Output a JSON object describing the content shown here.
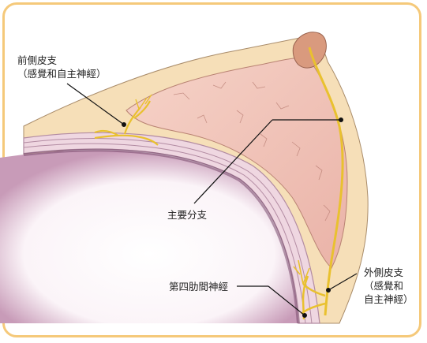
{
  "colors": {
    "frame_border": "#f5c97a",
    "skin_fat": "#f6dfb8",
    "gland": "#f1c5b9",
    "muscle": "#efd7e1",
    "chest_wall_shadow": "#7a4a6e",
    "nerve": "#e9c12f",
    "leader_line": "#111111"
  },
  "labels": {
    "anterior_branch": [
      "前側皮支",
      "（感覺和自主神經）"
    ],
    "main_branch": "主要分支",
    "intercostal_nerve": "第四肋間神經",
    "lateral_branch": [
      "外側皮支",
      "（感覺和",
      "自主神經）"
    ]
  }
}
